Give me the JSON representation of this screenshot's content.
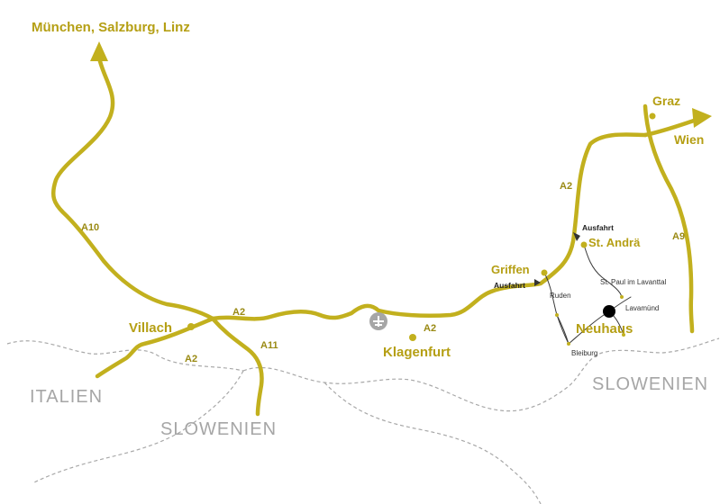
{
  "colors": {
    "road": "#c2b01e",
    "label_gold": "#b59f14",
    "border": "#a8a8a8",
    "country_label": "#a6a6a6",
    "destination_marker": "#000000"
  },
  "destinations": {
    "north": "München, Salzburg, Linz",
    "graz": "Graz",
    "wien": "Wien"
  },
  "cities": {
    "villach": "Villach",
    "klagenfurt": "Klagenfurt",
    "griffen": "Griffen",
    "st_andrae": "St. Andrä",
    "neuhaus": "Neuhaus"
  },
  "small_places": {
    "ruden": "Ruden",
    "st_paul": "St. Paul im Lavanttal",
    "lavamuend": "Lavamünd",
    "bleiburg": "Bleiburg"
  },
  "exits": {
    "exit_griffen": "Ausfahrt",
    "exit_st_andrae": "Ausfahrt"
  },
  "roads": {
    "a10": "A10",
    "a2_villach": "A2",
    "a2_south": "A2",
    "a11": "A11",
    "a2_klagenfurt": "A2",
    "a2_east": "A2",
    "a9": "A9"
  },
  "countries": {
    "italy": "ITALIEN",
    "slovenia_west": "SLOWENIEN",
    "slovenia_east": "SLOWENIEN"
  },
  "icons": {
    "airport": "airplane-icon",
    "destination": "destination-marker-icon",
    "exit": "exit-arrow-icon"
  }
}
